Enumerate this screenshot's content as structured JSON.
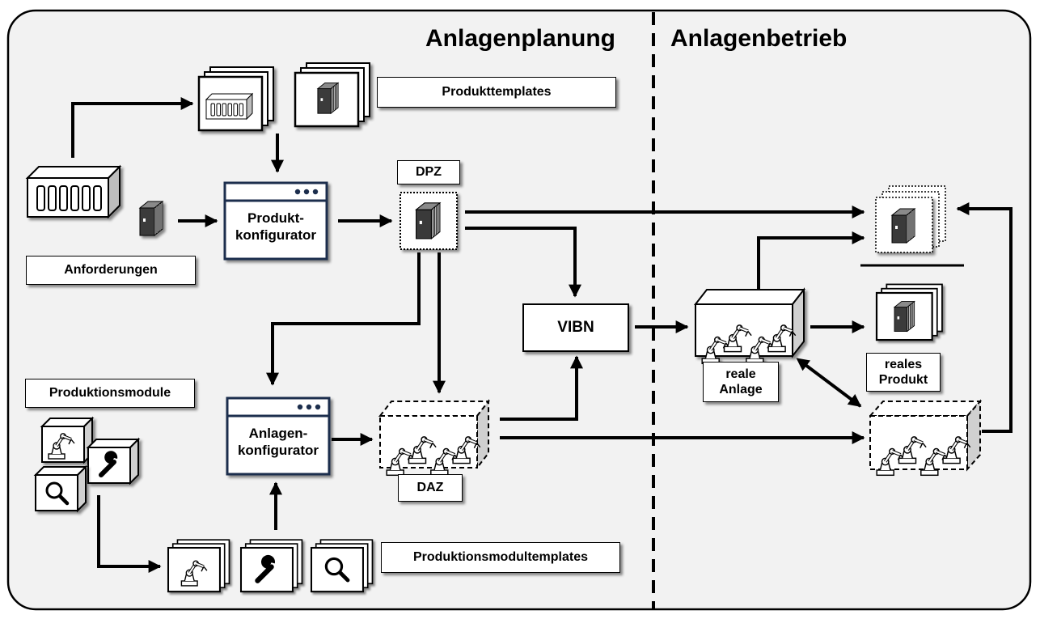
{
  "phases": {
    "planning": "Anlagenplanung",
    "operation": "Anlagenbetrieb"
  },
  "labels": {
    "product_templates": "Produkttemplates",
    "requirements": "Anforderungen",
    "dpz": "DPZ",
    "product_configurator": "Produkt-\nkonfigurator",
    "production_modules": "Produktionsmodule",
    "plant_configurator": "Anlagen-\nkonfigurator",
    "daz": "DAZ",
    "vibn": "VIBN",
    "production_module_templates": "Produktionsmodultemplates",
    "real_plant": "reale\nAnlage",
    "real_product": "reales\nProdukt"
  },
  "colors": {
    "panel_fill": "#f2f2f2",
    "stroke": "#000000",
    "window_bar": "#1f2f4d",
    "box_side": "#cfcfcf"
  },
  "icons": {
    "container": "shipping-container-icon",
    "product": "product-stack-icon",
    "robot": "robot-arm-icon",
    "wrench": "wrench-icon",
    "magnifier": "magnifier-icon",
    "window": "configurator-window-icon"
  }
}
